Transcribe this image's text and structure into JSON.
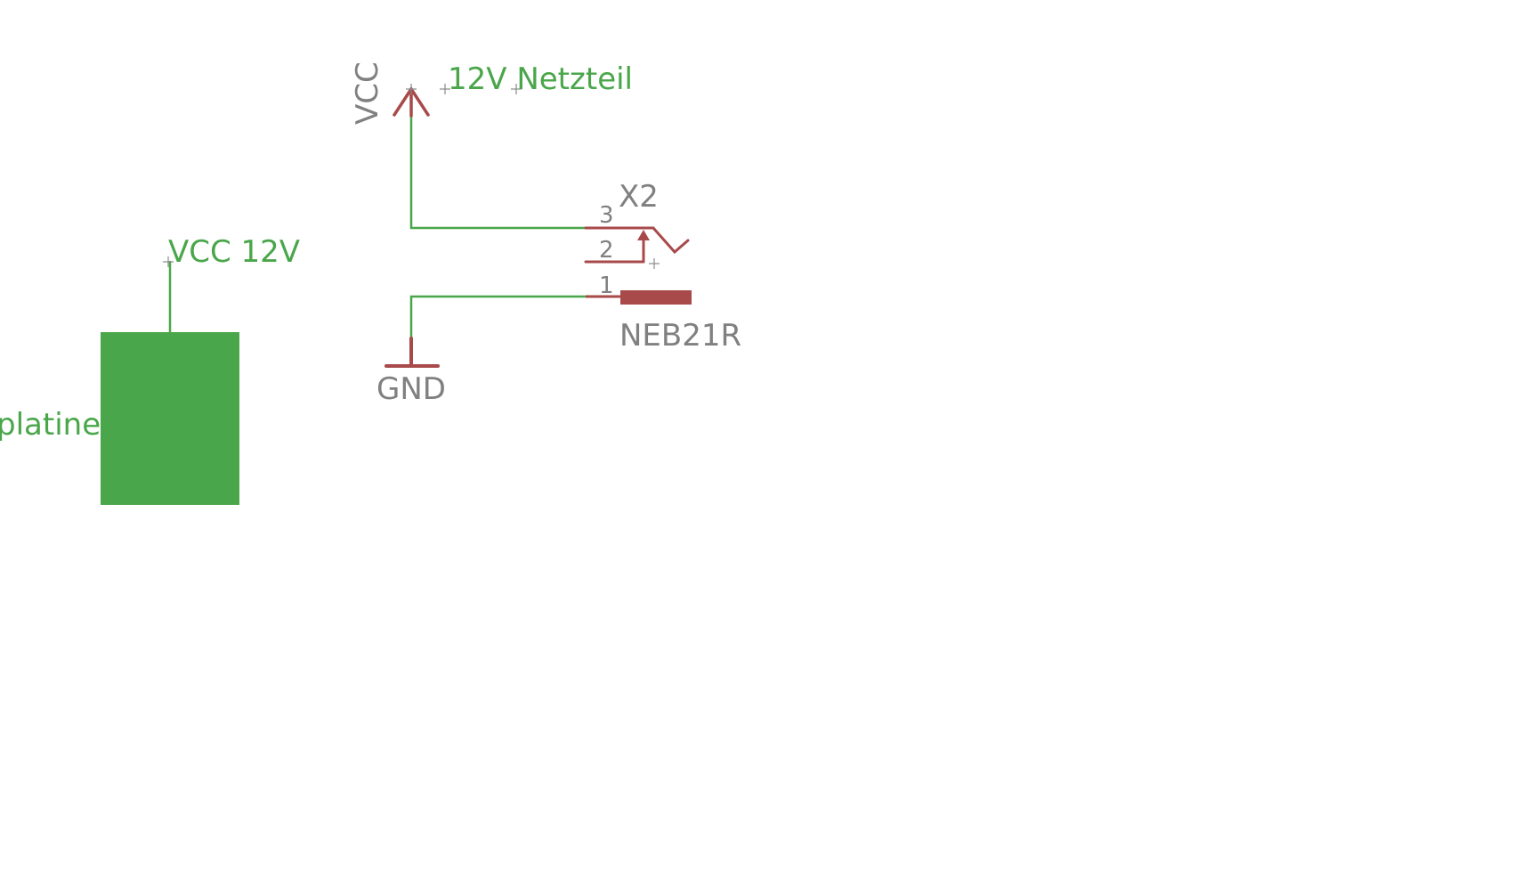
{
  "colors": {
    "background": "#ffffff",
    "net": "#4aa64a",
    "symbol": "#a84a4a",
    "label_gray": "#808080"
  },
  "labels": {
    "vcc_symbol": "VCC",
    "netzteil_net": "12V Netzteil",
    "vcc_12v_net": "VCC 12V",
    "platine": "platine",
    "gnd_symbol": "GND",
    "connector_name": "X2",
    "connector_value": "NEB21R",
    "pin_3": "3",
    "pin_2": "2",
    "pin_1": "1"
  }
}
